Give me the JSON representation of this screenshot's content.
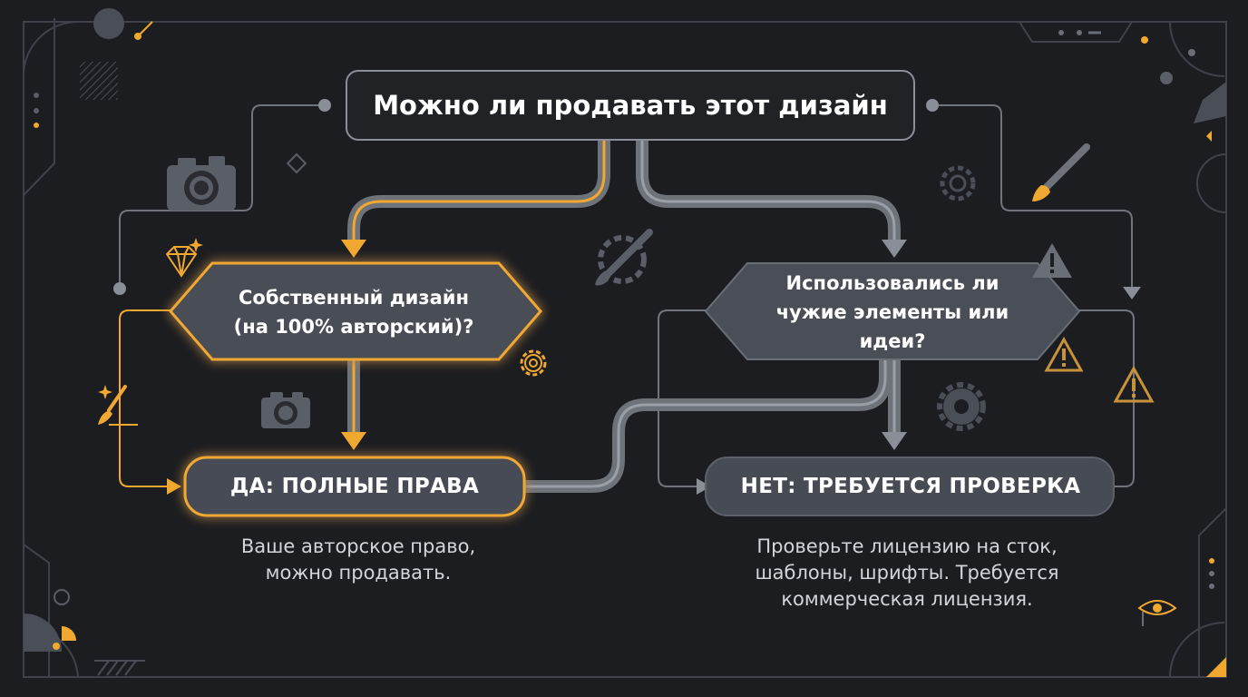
{
  "root": {
    "title": "Можно ли продавать этот дизайн"
  },
  "left_branch": {
    "question_lines": [
      "Собственный дизайн",
      "(на 100% авторский)?"
    ],
    "result": "ДА: ПОЛНЫЕ ПРАВА",
    "note_lines": [
      "Ваше авторское право,",
      "можно продавать."
    ]
  },
  "right_branch": {
    "question_lines": [
      "Использовались ли",
      "чужие элементы или идеи?"
    ],
    "result": "НЕТ: ТРЕБУЕТСЯ ПРОВЕРКА",
    "note_lines": [
      "Проверьте лицензию на сток,",
      "шаблоны, шрифты. Требуется",
      "коммерческая лицензия."
    ]
  },
  "colors": {
    "background": "#1c1d21",
    "accent": "#f0a830",
    "node_fill": "#4a4e57",
    "line_gray": "#8a8e97",
    "text": "#ffffff"
  },
  "icons": [
    "camera-icon",
    "diamond-icon",
    "gear-icon",
    "paintbrush-icon",
    "warning-icon",
    "eye-icon"
  ]
}
